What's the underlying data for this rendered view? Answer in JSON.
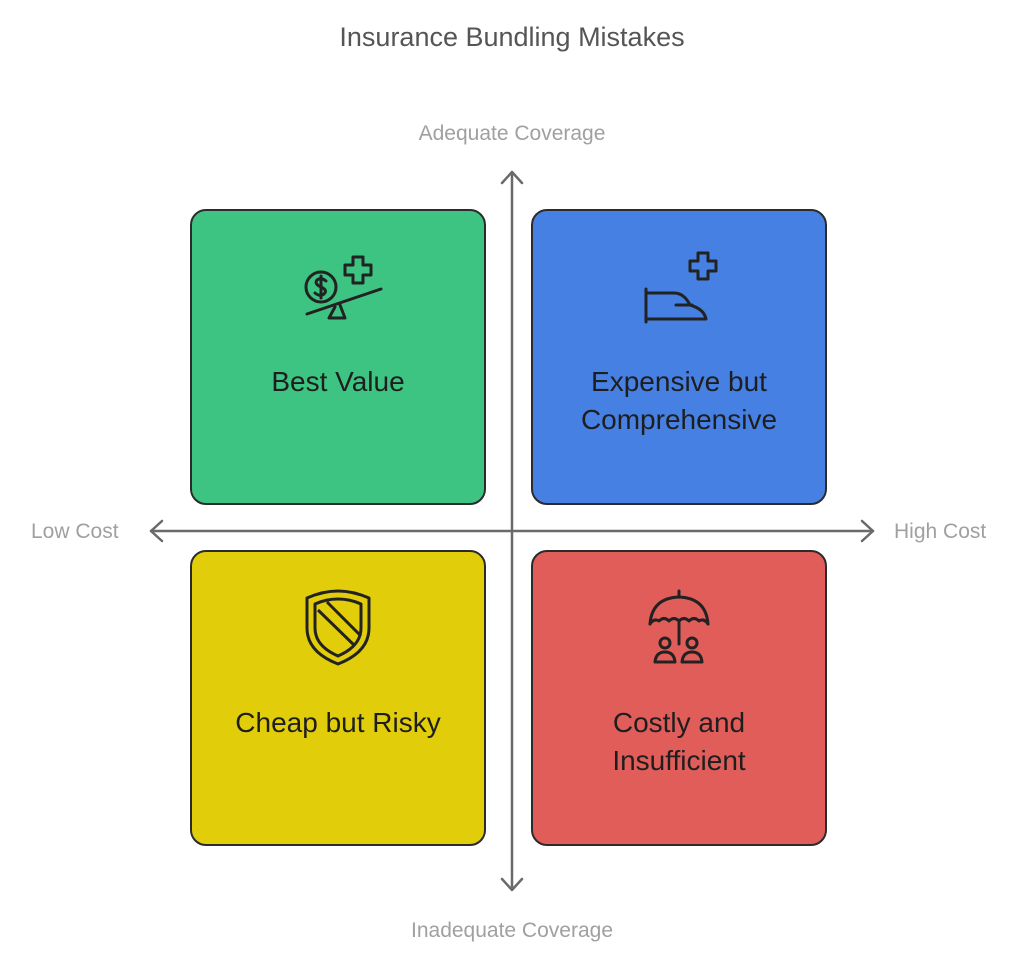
{
  "title": "Insurance Bundling Mistakes",
  "axes": {
    "top": "Adequate Coverage",
    "bottom": "Inadequate Coverage",
    "left": "Low Cost",
    "right": "High Cost"
  },
  "quadrants": [
    {
      "label_lines": [
        "Best Value"
      ],
      "color": "#3ec482",
      "icon": "scale-money-health-icon"
    },
    {
      "label_lines": [
        "Expensive but",
        "Comprehensive"
      ],
      "color": "#4680e3",
      "icon": "hand-health-cross-icon"
    },
    {
      "label_lines": [
        "Cheap but Risky"
      ],
      "color": "#e2cd0b",
      "icon": "shield-slash-icon"
    },
    {
      "label_lines": [
        "Costly and",
        "Insufficient"
      ],
      "color": "#e15d5a",
      "icon": "umbrella-people-icon"
    }
  ]
}
